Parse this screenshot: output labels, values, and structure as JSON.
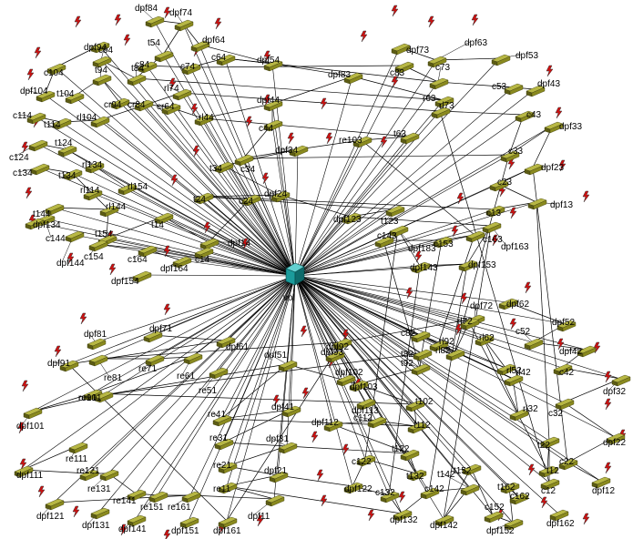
{
  "colors": {
    "background": "#ffffff",
    "edge": "#000000",
    "node_fill": "#8a8a1f",
    "node_top": "#b7b744",
    "node_side": "#5c5c14",
    "hub_front": "#1b9b9b",
    "hub_top": "#63d0d0",
    "hub_side": "#0e6b6b",
    "marker_red": "#cc1111",
    "marker_dark": "#333333"
  },
  "hub": {
    "label": "vol",
    "icon": "cube-icon"
  },
  "marker_icon": "lightning-marker-icon",
  "node_icon": "block-icon",
  "nodes": [
    {
      "label": "dpf84"
    },
    {
      "label": "dpf74"
    },
    {
      "label": "dpf64"
    },
    {
      "label": "dpf94"
    },
    {
      "label": "c104"
    },
    {
      "label": "c94"
    },
    {
      "label": "c84"
    },
    {
      "label": "c74"
    },
    {
      "label": "c64"
    },
    {
      "label": "t84"
    },
    {
      "label": "t54"
    },
    {
      "label": "dpf54"
    },
    {
      "label": "dpf104"
    },
    {
      "label": "t104"
    },
    {
      "label": "t94"
    },
    {
      "label": "rl74"
    },
    {
      "label": "cr94"
    },
    {
      "label": "cr84"
    },
    {
      "label": "cr64"
    },
    {
      "label": "c114"
    },
    {
      "label": "c124"
    },
    {
      "label": "c134"
    },
    {
      "label": "c144"
    },
    {
      "label": "t114"
    },
    {
      "label": "t124"
    },
    {
      "label": "t134"
    },
    {
      "label": "t144"
    },
    {
      "label": "rl104"
    },
    {
      "label": "rl114"
    },
    {
      "label": "rl134"
    },
    {
      "label": "dpf134"
    },
    {
      "label": "dpf144"
    },
    {
      "label": "rl144"
    },
    {
      "label": "rl154"
    },
    {
      "label": "rl44"
    },
    {
      "label": "dpf44"
    },
    {
      "label": "c44"
    },
    {
      "label": "c34"
    },
    {
      "label": "dpf34"
    },
    {
      "label": "t34"
    },
    {
      "label": "dpf24"
    },
    {
      "label": "t24"
    },
    {
      "label": "c24"
    },
    {
      "label": "dpf14"
    },
    {
      "label": "c14"
    },
    {
      "label": "t14"
    },
    {
      "label": "t154"
    },
    {
      "label": "c154"
    },
    {
      "label": "c164"
    },
    {
      "label": "dpf164"
    },
    {
      "label": "dpf154"
    },
    {
      "label": "dpf73"
    },
    {
      "label": "dpf63"
    },
    {
      "label": "dpf53"
    },
    {
      "label": "c83"
    },
    {
      "label": "c73"
    },
    {
      "label": "c53"
    },
    {
      "label": "dpf43"
    },
    {
      "label": "dpf83"
    },
    {
      "label": "r63"
    },
    {
      "label": "rl73"
    },
    {
      "label": "c43"
    },
    {
      "label": "c33"
    },
    {
      "label": "dpf33"
    },
    {
      "label": "dpf23"
    },
    {
      "label": "c23"
    },
    {
      "label": "dpf13"
    },
    {
      "label": "c13"
    },
    {
      "label": "t63"
    },
    {
      "label": "re103"
    },
    {
      "label": "c163"
    },
    {
      "label": "c153"
    },
    {
      "label": "c143"
    },
    {
      "label": "dpf183"
    },
    {
      "label": "dpf143"
    },
    {
      "label": "dpf153"
    },
    {
      "label": "dpf163"
    },
    {
      "label": "dpf123"
    },
    {
      "label": "t123"
    },
    {
      "label": "dpf93"
    },
    {
      "label": "dpf103"
    },
    {
      "label": "dpf113"
    },
    {
      "label": "dpf81"
    },
    {
      "label": "dpf71"
    },
    {
      "label": "dpf61"
    },
    {
      "label": "dpf91"
    },
    {
      "label": "re81"
    },
    {
      "label": "re71"
    },
    {
      "label": "re61"
    },
    {
      "label": "re91"
    },
    {
      "label": "dpf101"
    },
    {
      "label": "re101"
    },
    {
      "label": "re51"
    },
    {
      "label": "dpf51"
    },
    {
      "label": "re41"
    },
    {
      "label": "dpf41"
    },
    {
      "label": "re31"
    },
    {
      "label": "dpf31"
    },
    {
      "label": "re21"
    },
    {
      "label": "dpf21"
    },
    {
      "label": "re11"
    },
    {
      "label": "dpf11"
    },
    {
      "label": "re111"
    },
    {
      "label": "dpf111"
    },
    {
      "label": "re121"
    },
    {
      "label": "re131"
    },
    {
      "label": "re141"
    },
    {
      "label": "re151"
    },
    {
      "label": "re161"
    },
    {
      "label": "dpf121"
    },
    {
      "label": "dpf131"
    },
    {
      "label": "dpf141"
    },
    {
      "label": "dpf151"
    },
    {
      "label": "dpf161"
    },
    {
      "label": "dpf92"
    },
    {
      "label": "dpf72"
    },
    {
      "label": "dpf62"
    },
    {
      "label": "dpf52"
    },
    {
      "label": "c52"
    },
    {
      "label": "dpf42"
    },
    {
      "label": "c42"
    },
    {
      "label": "dpf32"
    },
    {
      "label": "c32"
    },
    {
      "label": "dpf22"
    },
    {
      "label": "c22"
    },
    {
      "label": "dpf12"
    },
    {
      "label": "c12"
    },
    {
      "label": "t22"
    },
    {
      "label": "t12"
    },
    {
      "label": "rl72"
    },
    {
      "label": "rl82"
    },
    {
      "label": "rl92"
    },
    {
      "label": "rl42"
    },
    {
      "label": "rl32"
    },
    {
      "label": "rl62"
    },
    {
      "label": "rl52"
    },
    {
      "label": "c82"
    },
    {
      "label": "t82"
    },
    {
      "label": "t92"
    },
    {
      "label": "dpf102"
    },
    {
      "label": "t102"
    },
    {
      "label": "t112"
    },
    {
      "label": "c112"
    },
    {
      "label": "dpf112"
    },
    {
      "label": "t122"
    },
    {
      "label": "t132"
    },
    {
      "label": "c122"
    },
    {
      "label": "dpf122"
    },
    {
      "label": "c132"
    },
    {
      "label": "dpf132"
    },
    {
      "label": "c142"
    },
    {
      "label": "t142"
    },
    {
      "label": "dpf142"
    },
    {
      "label": "t152"
    },
    {
      "label": "c152"
    },
    {
      "label": "dpf152"
    },
    {
      "label": "t162"
    },
    {
      "label": "c162"
    },
    {
      "label": "dpf162"
    }
  ]
}
